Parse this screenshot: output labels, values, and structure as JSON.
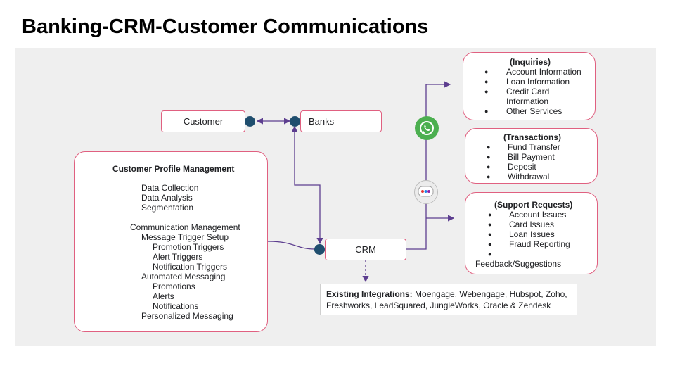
{
  "title": "Banking-CRM-Customer Communications",
  "nodes": {
    "customer": "Customer",
    "banks": "Banks",
    "crm": "CRM"
  },
  "profile": {
    "heading": "Customer Profile Management",
    "data_collection": "Data Collection",
    "data_analysis": "Data Analysis",
    "segmentation": "Segmentation",
    "communication": "Communication Management",
    "trigger_setup": "Message Trigger Setup",
    "promotion_triggers": "Promotion Triggers",
    "alert_triggers": "Alert Triggers",
    "notification_triggers": "Notification Triggers",
    "automated": "Automated Messaging",
    "promotions": "Promotions",
    "alerts": "Alerts",
    "notifications": "Notifications",
    "personalized": "Personalized Messaging"
  },
  "inquiries": {
    "heading": "(Inquiries)",
    "items": [
      "Account Information",
      "Loan Information",
      "Credit Card",
      "Information",
      "Other Services"
    ]
  },
  "transactions": {
    "heading": "(Transactions)",
    "items": [
      "Fund Transfer",
      "Bill Payment",
      "Deposit",
      "Withdrawal"
    ]
  },
  "support": {
    "heading": "(Support Requests)",
    "items": [
      "Account Issues",
      "Card Issues",
      "Loan Issues",
      "Fraud Reporting",
      "",
      "Feedback/Suggestions"
    ]
  },
  "bullet": "●",
  "integrations": {
    "label": "Existing Integrations:",
    "text": " Moengage, Webengage, Hubspot, Zoho, Freshworks, LeadSquared, JungleWorks, Oracle & Zendesk"
  },
  "icons": {
    "whatsapp": "whatsapp-icon",
    "chatbot": "chatbot-icon"
  },
  "colors": {
    "border": "#e06080",
    "connector": "#5c3d8f",
    "dot": "#1f4e6e",
    "whatsapp": "#4caf50"
  }
}
